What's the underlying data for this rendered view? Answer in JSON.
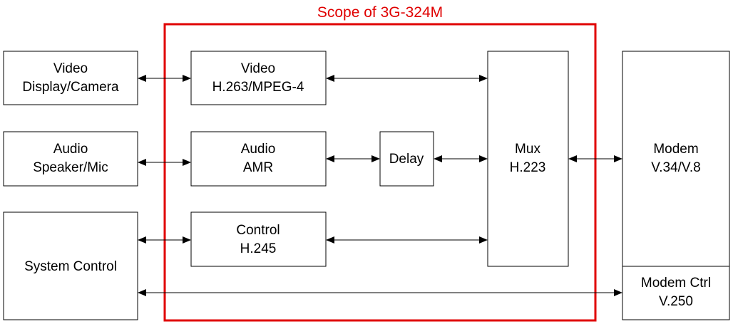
{
  "scope": {
    "title": "Scope of 3G-324M",
    "color": "#e00000"
  },
  "blocks": {
    "video_device": {
      "line1": "Video",
      "line2": "Display/Camera"
    },
    "audio_device": {
      "line1": "Audio",
      "line2": "Speaker/Mic"
    },
    "system_control": {
      "line1": "System Control"
    },
    "video_codec": {
      "line1": "Video",
      "line2": "H.263/MPEG-4"
    },
    "audio_codec": {
      "line1": "Audio",
      "line2": "AMR"
    },
    "delay": {
      "line1": "Delay"
    },
    "control": {
      "line1": "Control",
      "line2": "H.245"
    },
    "mux": {
      "line1": "Mux",
      "line2": "H.223"
    },
    "modem": {
      "line1": "Modem",
      "line2": "V.34/V.8"
    },
    "modem_ctrl": {
      "line1": "Modem Ctrl",
      "line2": "V.250"
    }
  }
}
